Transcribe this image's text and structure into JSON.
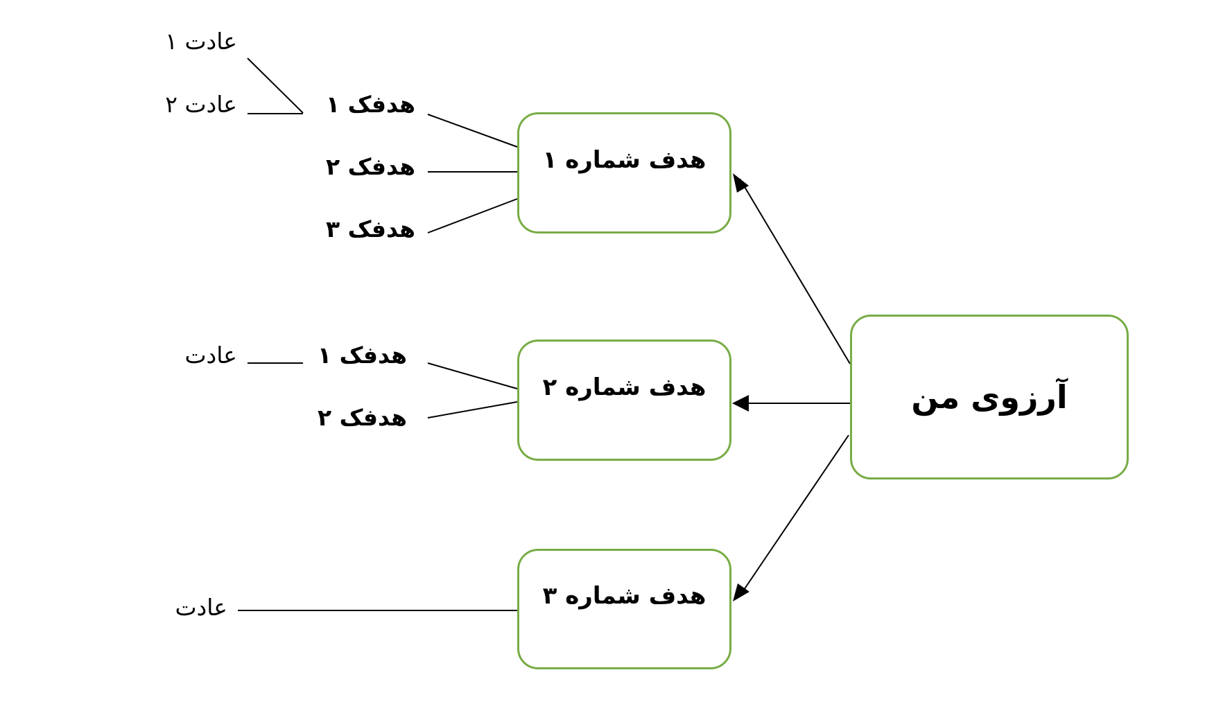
{
  "wish": {
    "label": "آرزوی من"
  },
  "goals": [
    {
      "label": "هدف شماره ۱"
    },
    {
      "label": "هدف شماره ۲"
    },
    {
      "label": "هدف شماره ۳"
    }
  ],
  "subgoals": {
    "goal1": [
      "هدفک ۱",
      "هدفک ۲",
      "هدفک ۳"
    ],
    "goal2": [
      "هدفک ۱",
      "هدفک ۲"
    ]
  },
  "habits": {
    "goal1_subgoal1": [
      "عادت ۱",
      "عادت ۲"
    ],
    "goal2_subgoal1": "عادت",
    "goal3": "عادت"
  },
  "colors": {
    "box_border": "#77ac45",
    "line": "#000000"
  }
}
